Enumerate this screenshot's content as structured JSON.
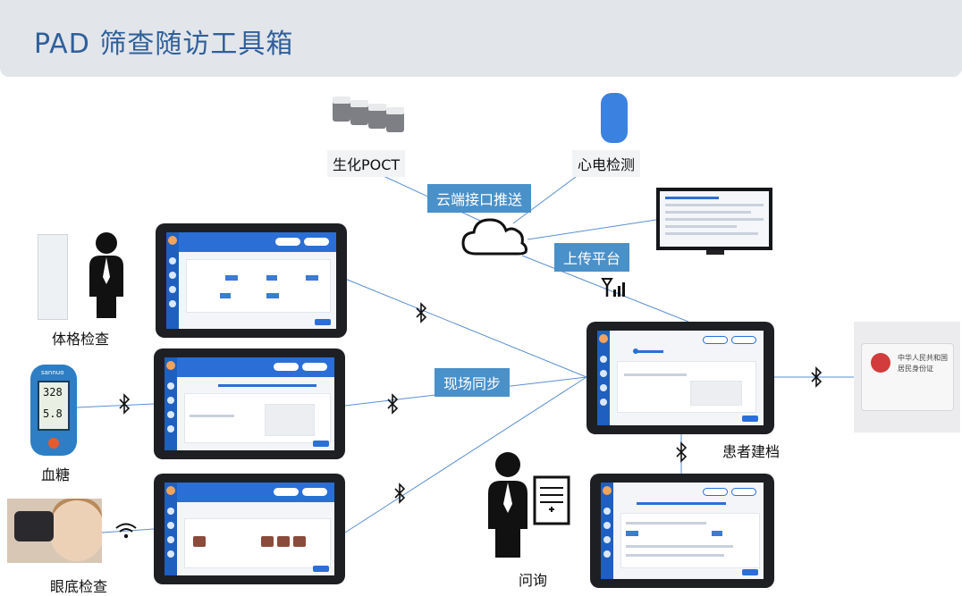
{
  "header": {
    "title": "PAD 筛查随访工具箱"
  },
  "devices": {
    "poct": "生化POCT",
    "ecg": "心电检测",
    "body_check": "体格检查",
    "glucose": "血糖",
    "fundus": "眼底检查",
    "record": "患者建档",
    "inquiry": "问询"
  },
  "tags": {
    "cloud_push": "云端接口推送",
    "upload": "上传平台",
    "sync": "现场同步"
  },
  "glucometer": {
    "brand": "sannuo",
    "reading_1": "328",
    "reading_2": "5.8"
  },
  "id_card": {
    "line_1": "中华人民共和国",
    "line_2": "居民身份证"
  },
  "colors": {
    "title": "#2f5f9a",
    "tag": "#4a90c9",
    "link": "#5a8fd0",
    "device_blue": "#2b6fd6"
  },
  "icons": [
    "bluetooth-icon",
    "wifi-icon",
    "signal-icon",
    "cloud-icon",
    "doctor-icon"
  ]
}
